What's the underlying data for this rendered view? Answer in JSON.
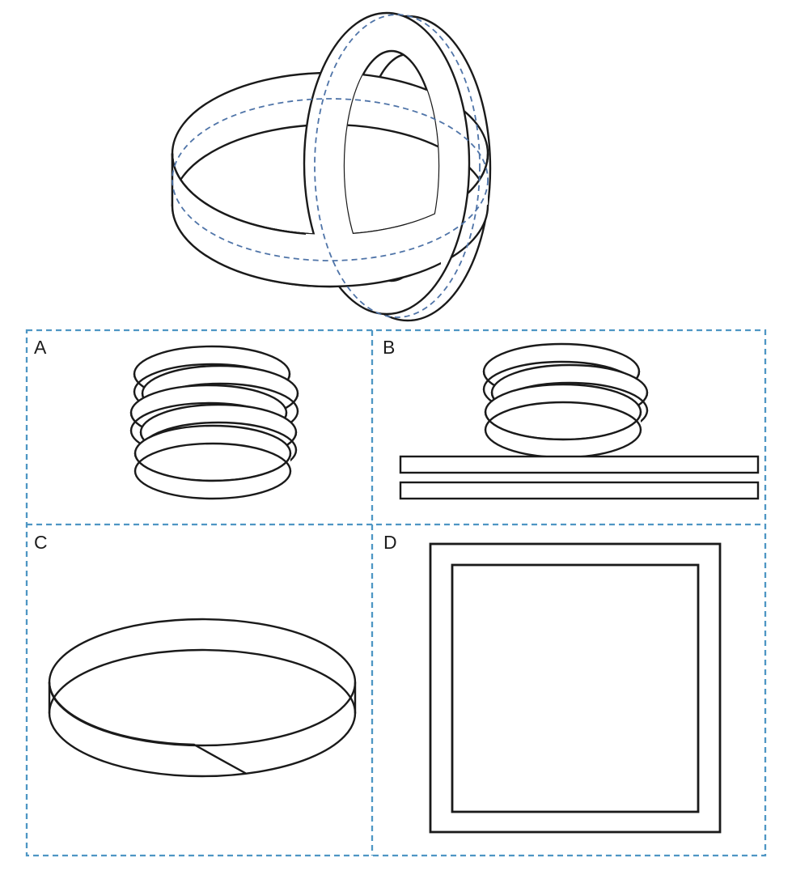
{
  "figure": {
    "name": "two-perpendicular-fused-rings",
    "cut_line_style": "dashed",
    "description": "two interlocked perpendicular bands with dashed cut lines along their centerlines"
  },
  "colors": {
    "background": "#ffffff",
    "outline": "#1a1a1a",
    "cut_line": "#4f74a8",
    "grid_line": "#4e96c4",
    "label": "#1c1c1c"
  },
  "panels": [
    {
      "id": "A",
      "label": "A",
      "content": "stack-of-five-interlocked-rings"
    },
    {
      "id": "B",
      "label": "B",
      "content": "stack-of-three-interlocked-rings-and-two-flat-strips"
    },
    {
      "id": "C",
      "label": "C",
      "content": "single-large-twisted-band"
    },
    {
      "id": "D",
      "label": "D",
      "content": "square-frame"
    }
  ]
}
